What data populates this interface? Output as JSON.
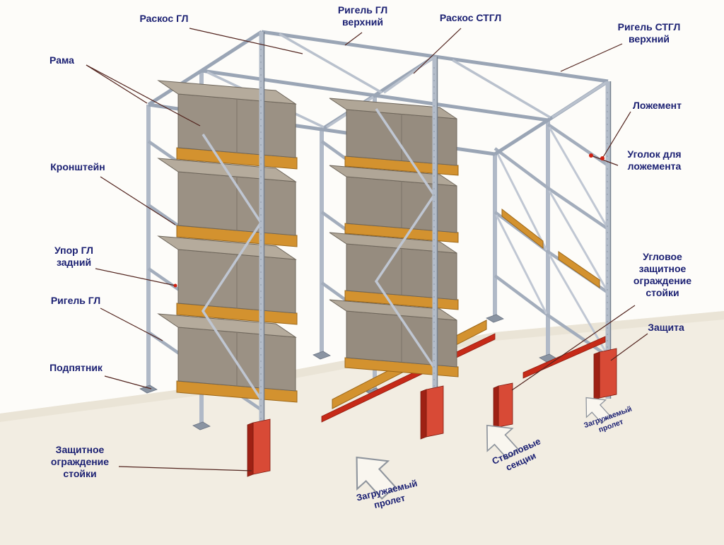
{
  "diagram": {
    "type": "drive-in-pallet-racking-scheme",
    "accent_colors": {
      "label_navy": "#1c2173",
      "steel_gray": "#aeb7c6",
      "pallet_orange": "#d3922f",
      "cargo_brown": "#9b9184",
      "guard_red": "#cc2b1a",
      "leader_line": "#53251f"
    },
    "callouts": {
      "raskos_gl": "Раскос ГЛ",
      "rigel_gl_verkhniy": "Ригель ГЛ\nверхний",
      "raskos_stgl": "Раскос СТГЛ",
      "rigel_stgl_verkhniy": "Ригель СТГЛ\nверхний",
      "rama": "Рама",
      "lozhement": "Ложемент",
      "ugolok_dlya_lozhementa": "Уголок для\nложемента",
      "kronshteyn": "Кронштейн",
      "upor_gl_zadniy": "Упор ГЛ\nзадний",
      "rigel_gl": "Ригель ГЛ",
      "uglovoe_zashchitnoe_ograzhdenie_stoyki": "Угловое\nзащитное\nограждение\nстойки",
      "zashchita": "Защита",
      "podpyatnik": "Подпятник",
      "zashchitnoe_ograzhdenie_stoyki": "Защитное\nограждение\nстойки"
    },
    "floor_labels": {
      "zagruzhaemyy_prolet_1": "Загружаемый\nпролет",
      "stvolovye_sektsii": "Стволовые\nсекции",
      "zagruzhaemyy_prolet_2": "Загружаемый\nпролет"
    }
  }
}
